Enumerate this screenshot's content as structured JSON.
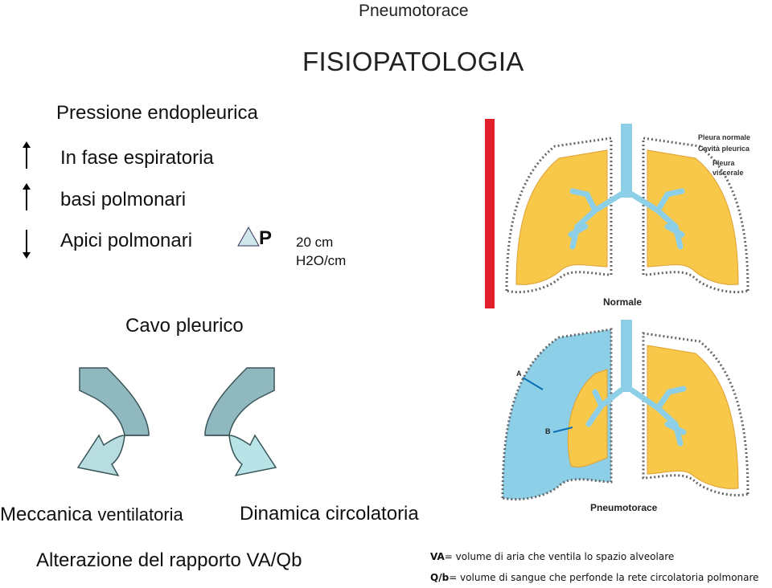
{
  "header": "Pneumotorace",
  "title": "FISIOPATOLOGIA",
  "pressure": {
    "heading": "Pressione endopleurica",
    "rows": [
      {
        "text": "In fase espiratoria",
        "arrow": "up"
      },
      {
        "text": "basi polmonari",
        "arrow": "up"
      },
      {
        "text": "Apici polmonari",
        "arrow": "down"
      }
    ],
    "delta_letter": "P",
    "value_line1": "20 cm",
    "value_line2": "H2O/cm"
  },
  "cavo": "Cavo pleurico",
  "meccanica_prefix": "Meccanica",
  "meccanica_word": "ventilatoria",
  "dinamica": "Dinamica circolatoria",
  "alterazione": "Alterazione del rapporto VA/Qb",
  "legend": {
    "va_key": "VA",
    "va_text": "= volume di aria che ventila lo spazio alveolare",
    "qb_key": "Q/b",
    "qb_text": "= volume di sangue che perfonde la rete circolatoria polmonare"
  },
  "figure_top": {
    "caption": "Normale",
    "labels": [
      "Pleura normale",
      "Cavità pleurica",
      "Pleura",
      "viscerale"
    ]
  },
  "figure_bottom": {
    "caption": "Pneumotorace",
    "labels": [
      "A",
      "B"
    ]
  },
  "colors": {
    "lung": "#f7c84a",
    "airway": "#8ecfe8",
    "pleural_space": "#8ecfe8",
    "arrow_fill_left": "#8fb9bf",
    "arrow_fill_right": "#b8e4e8"
  }
}
